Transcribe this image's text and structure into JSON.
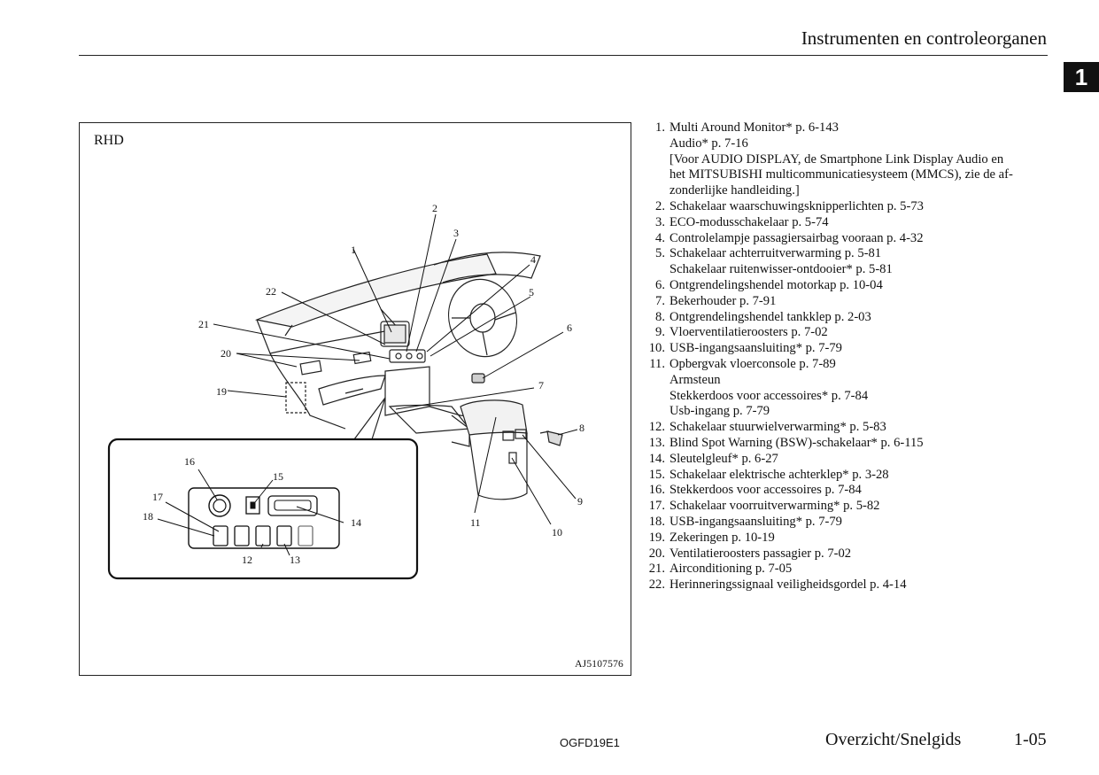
{
  "header": {
    "title": "Instrumenten en controleorganen"
  },
  "chapter_tab": "1",
  "figure": {
    "label": "RHD",
    "code": "AJ5107576",
    "callout_numbers": [
      "1",
      "2",
      "3",
      "4",
      "5",
      "6",
      "7",
      "8",
      "9",
      "10",
      "11",
      "12",
      "13",
      "14",
      "15",
      "16",
      "17",
      "18",
      "19",
      "20",
      "21",
      "22"
    ]
  },
  "callouts": [
    {
      "num": "1.",
      "lines": [
        "Multi Around Monitor* p. 6-143",
        "Audio* p. 7-16",
        "[Voor AUDIO DISPLAY, de Smartphone Link Display Audio en",
        "het MITSUBISHI multicommunicatiesysteem (MMCS), zie de af-",
        "zonderlijke handleiding.]"
      ]
    },
    {
      "num": "2.",
      "lines": [
        "Schakelaar waarschuwingsknipperlichten p. 5-73"
      ]
    },
    {
      "num": "3.",
      "lines": [
        "ECO-modusschakelaar p. 5-74"
      ]
    },
    {
      "num": "4.",
      "lines": [
        "Controlelampje passagiersairbag vooraan p. 4-32"
      ]
    },
    {
      "num": "5.",
      "lines": [
        "Schakelaar achterruitverwarming p. 5-81",
        "Schakelaar ruitenwisser-ontdooier* p. 5-81"
      ]
    },
    {
      "num": "6.",
      "lines": [
        "Ontgrendelingshendel motorkap p. 10-04"
      ]
    },
    {
      "num": "7.",
      "lines": [
        "Bekerhouder p. 7-91"
      ]
    },
    {
      "num": "8.",
      "lines": [
        "Ontgrendelingshendel tankklep p. 2-03"
      ]
    },
    {
      "num": "9.",
      "lines": [
        "Vloerventilatieroosters p. 7-02"
      ]
    },
    {
      "num": "10.",
      "lines": [
        "USB-ingangsaansluiting* p. 7-79"
      ]
    },
    {
      "num": "11.",
      "lines": [
        "Opbergvak vloerconsole p. 7-89",
        "Armsteun",
        "Stekkerdoos voor accessoires* p. 7-84",
        "Usb-ingang p. 7-79"
      ]
    },
    {
      "num": "12.",
      "lines": [
        "Schakelaar stuurwielverwarming* p. 5-83"
      ]
    },
    {
      "num": "13.",
      "lines": [
        "Blind Spot Warning (BSW)-schakelaar* p. 6-115"
      ]
    },
    {
      "num": "14.",
      "lines": [
        "Sleutelgleuf* p. 6-27"
      ]
    },
    {
      "num": "15.",
      "lines": [
        "Schakelaar elektrische achterklep* p. 3-28"
      ]
    },
    {
      "num": "16.",
      "lines": [
        "Stekkerdoos voor accessoires p. 7-84"
      ]
    },
    {
      "num": "17.",
      "lines": [
        "Schakelaar voorruitverwarming* p. 5-82"
      ]
    },
    {
      "num": "18.",
      "lines": [
        "USB-ingangsaansluiting* p. 7-79"
      ]
    },
    {
      "num": "19.",
      "lines": [
        "Zekeringen p. 10-19"
      ]
    },
    {
      "num": "20.",
      "lines": [
        "Ventilatieroosters passagier p. 7-02"
      ]
    },
    {
      "num": "21.",
      "lines": [
        "Airconditioning p. 7-05"
      ]
    },
    {
      "num": "22.",
      "lines": [
        "Herinneringssignaal veiligheidsgordel p. 4-14"
      ]
    }
  ],
  "footer": {
    "code": "OGFD19E1",
    "section": "Overzicht/Snelgids",
    "page": "1-05"
  }
}
